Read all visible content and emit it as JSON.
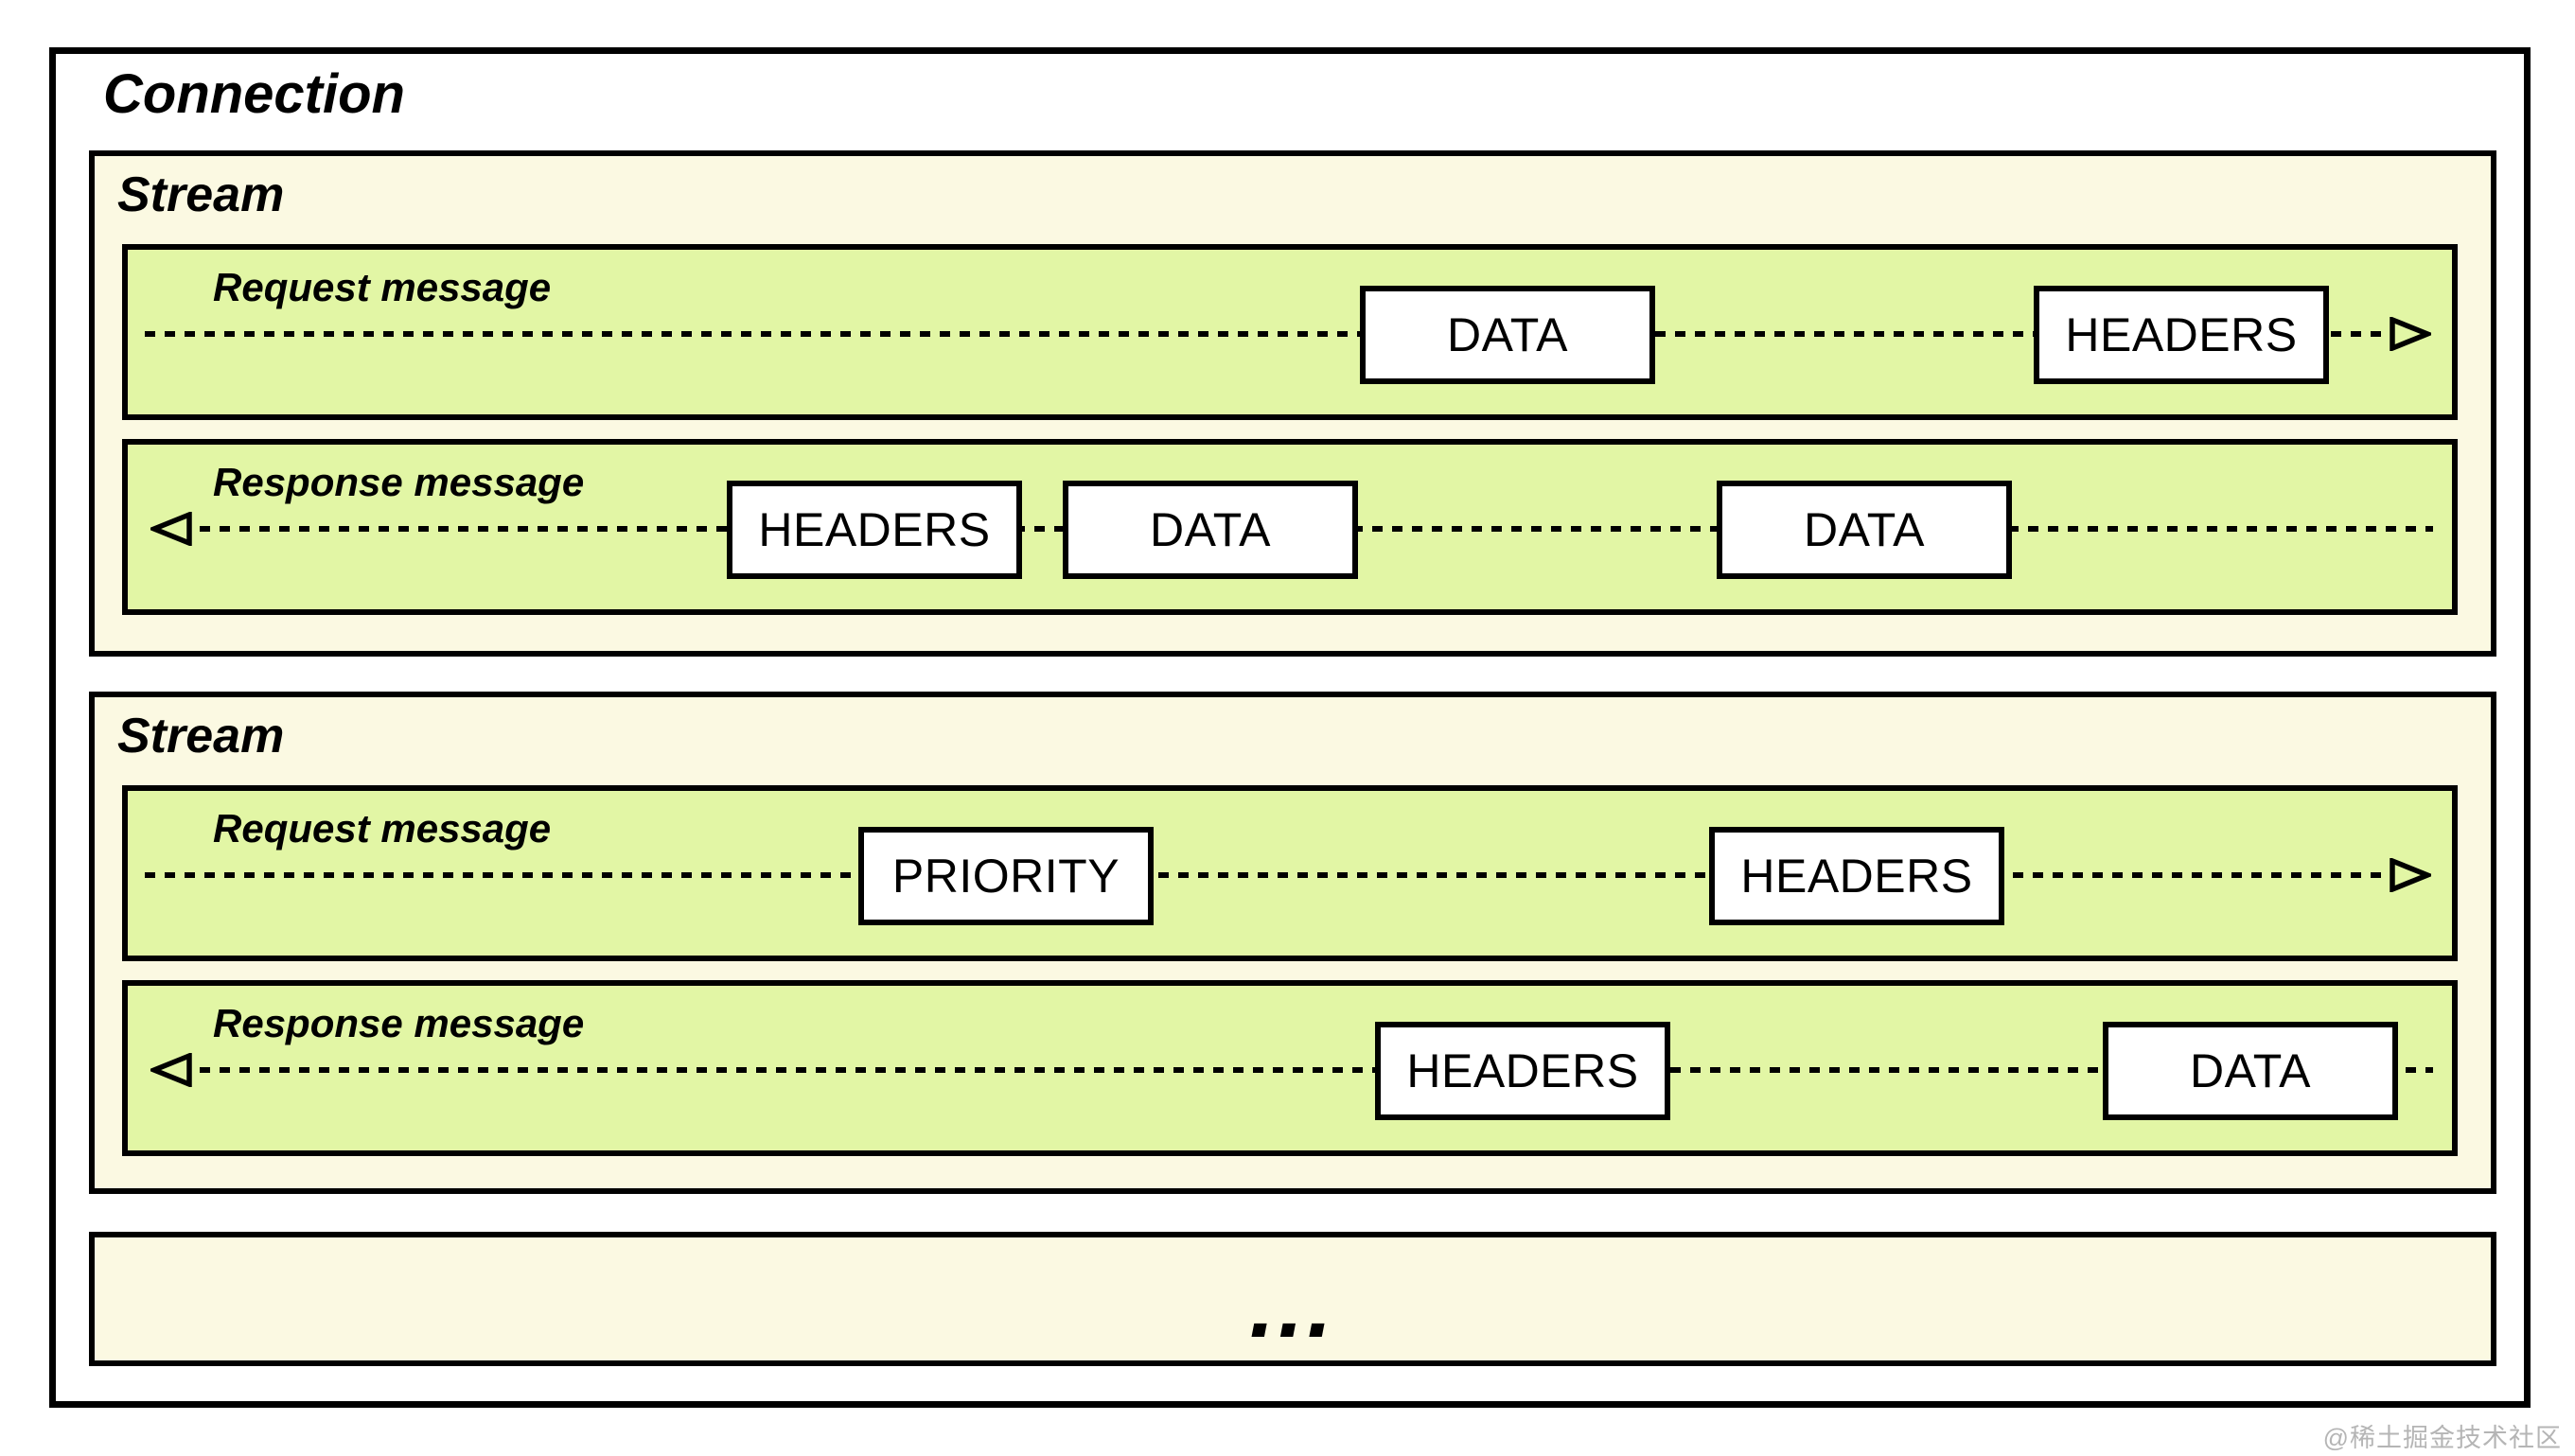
{
  "connection": {
    "label": "Connection",
    "ellipsis": "..."
  },
  "streams": [
    {
      "label": "Stream",
      "request": {
        "label": "Request message",
        "direction": "right",
        "frames": [
          "DATA",
          "HEADERS"
        ]
      },
      "response": {
        "label": "Response message",
        "direction": "left",
        "frames": [
          "HEADERS",
          "DATA",
          "DATA"
        ]
      }
    },
    {
      "label": "Stream",
      "request": {
        "label": "Request message",
        "direction": "right",
        "frames": [
          "PRIORITY",
          "HEADERS"
        ]
      },
      "response": {
        "label": "Response message",
        "direction": "left",
        "frames": [
          "HEADERS",
          "DATA"
        ]
      }
    }
  ],
  "watermark": {
    "text": "@稀土掘金技术社区"
  },
  "colors": {
    "canvas_bg": "#FFFFFF",
    "stream_bg": "#FBF9E2",
    "message_bg": "#E2F6A5",
    "frame_bg": "#FFFFFF",
    "border": "#000000",
    "text": "#000000",
    "watermark": "#B5B5B5"
  }
}
